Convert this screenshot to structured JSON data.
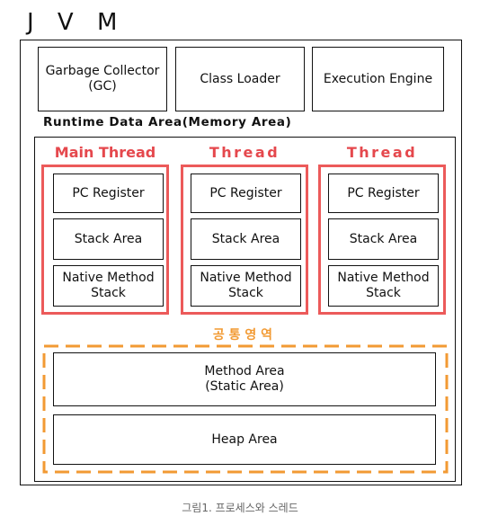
{
  "title": "J V M",
  "top_boxes": [
    "Garbage Collector\n(GC)",
    "Class Loader",
    "Execution Engine"
  ],
  "runtime_label": "Runtime Data Area(Memory Area)",
  "threads": [
    {
      "title": "Main Thread",
      "items": [
        "PC Register",
        "Stack Area",
        "Native Method\nStack"
      ]
    },
    {
      "title": "Thread",
      "items": [
        "PC Register",
        "Stack Area",
        "Native Method\nStack"
      ]
    },
    {
      "title": "Thread",
      "items": [
        "PC Register",
        "Stack Area",
        "Native Method\nStack"
      ]
    }
  ],
  "shared_label": "공 통 영 역",
  "shared_boxes": [
    "Method Area\n(Static Area)",
    "Heap Area"
  ],
  "caption": "그림1. 프로세스와 스레드",
  "colors": {
    "thread_border": "#ec5a5a",
    "shared_border": "#f29a33",
    "text": "#111111"
  }
}
